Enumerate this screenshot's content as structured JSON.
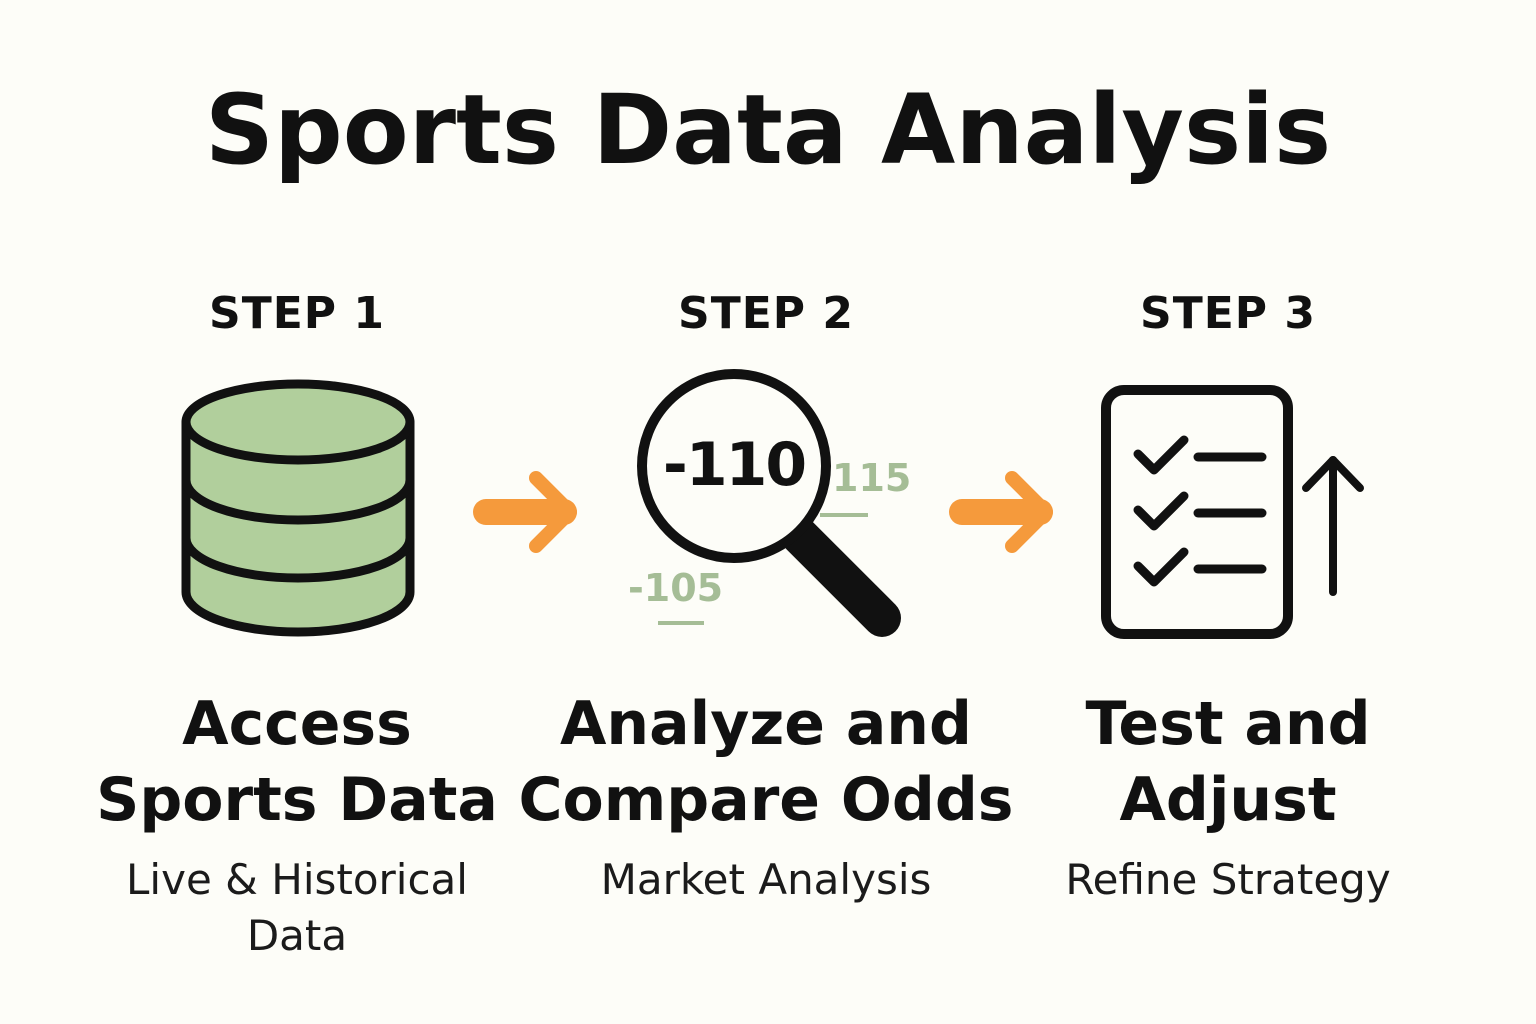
{
  "title": "Sports Data Analysis",
  "colors": {
    "background": "#fdfdf8",
    "database_fill": "#b1cf9c",
    "arrow": "#f59a3c",
    "odds_faded": "#a5bd96",
    "ink": "#111111"
  },
  "steps": [
    {
      "label": "STEP 1",
      "icon": "database-icon",
      "heading": "Access Sports Data",
      "heading_lines": [
        "Access",
        "Sports Data"
      ],
      "subtitle": "Live & Historical Data",
      "subtitle_lines": [
        "Live & Historical",
        "Data"
      ]
    },
    {
      "label": "STEP 2",
      "icon": "magnifying-glass-icon",
      "heading": "Analyze and Compare Odds",
      "heading_lines": [
        "Analyze and",
        "Compare Odds"
      ],
      "subtitle": "Market Analysis",
      "odds": {
        "main": "-110",
        "right": "115",
        "left": "-105"
      }
    },
    {
      "label": "STEP 3",
      "icon": "checklist-icon",
      "heading": "Test and Adjust",
      "heading_lines": [
        "Test and",
        "Adjust"
      ],
      "subtitle": "Refine Strategy"
    }
  ]
}
